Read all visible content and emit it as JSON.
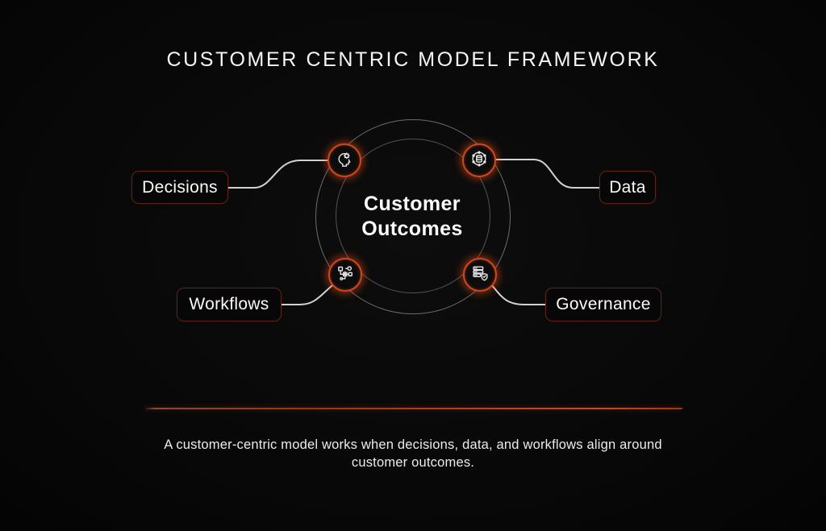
{
  "title": "CUSTOMER CENTRIC MODEL FRAMEWORK",
  "center": {
    "label_line1": "Customer",
    "label_line2": "Outcomes"
  },
  "nodes": [
    {
      "id": "decisions",
      "label": "Decisions",
      "icon": "head-gear-icon",
      "position": "top-left"
    },
    {
      "id": "data",
      "label": "Data",
      "icon": "database-network-icon",
      "position": "top-right"
    },
    {
      "id": "workflows",
      "label": "Workflows",
      "icon": "flowchart-gear-icon",
      "position": "bottom-left"
    },
    {
      "id": "governance",
      "label": "Governance",
      "icon": "server-shield-icon",
      "position": "bottom-right"
    }
  ],
  "caption": "A customer-centric model works when decisions, data, and workflows align around customer outcomes.",
  "colors": {
    "background": "#080808",
    "accent_ring": "#cf461f",
    "accent_glow": "#f05218",
    "box_border": "#5e2418",
    "connector": "#d2d2d2",
    "circle_stroke": "#bebebe",
    "text": "#f5f5f5",
    "divider": "#bb3f17"
  }
}
